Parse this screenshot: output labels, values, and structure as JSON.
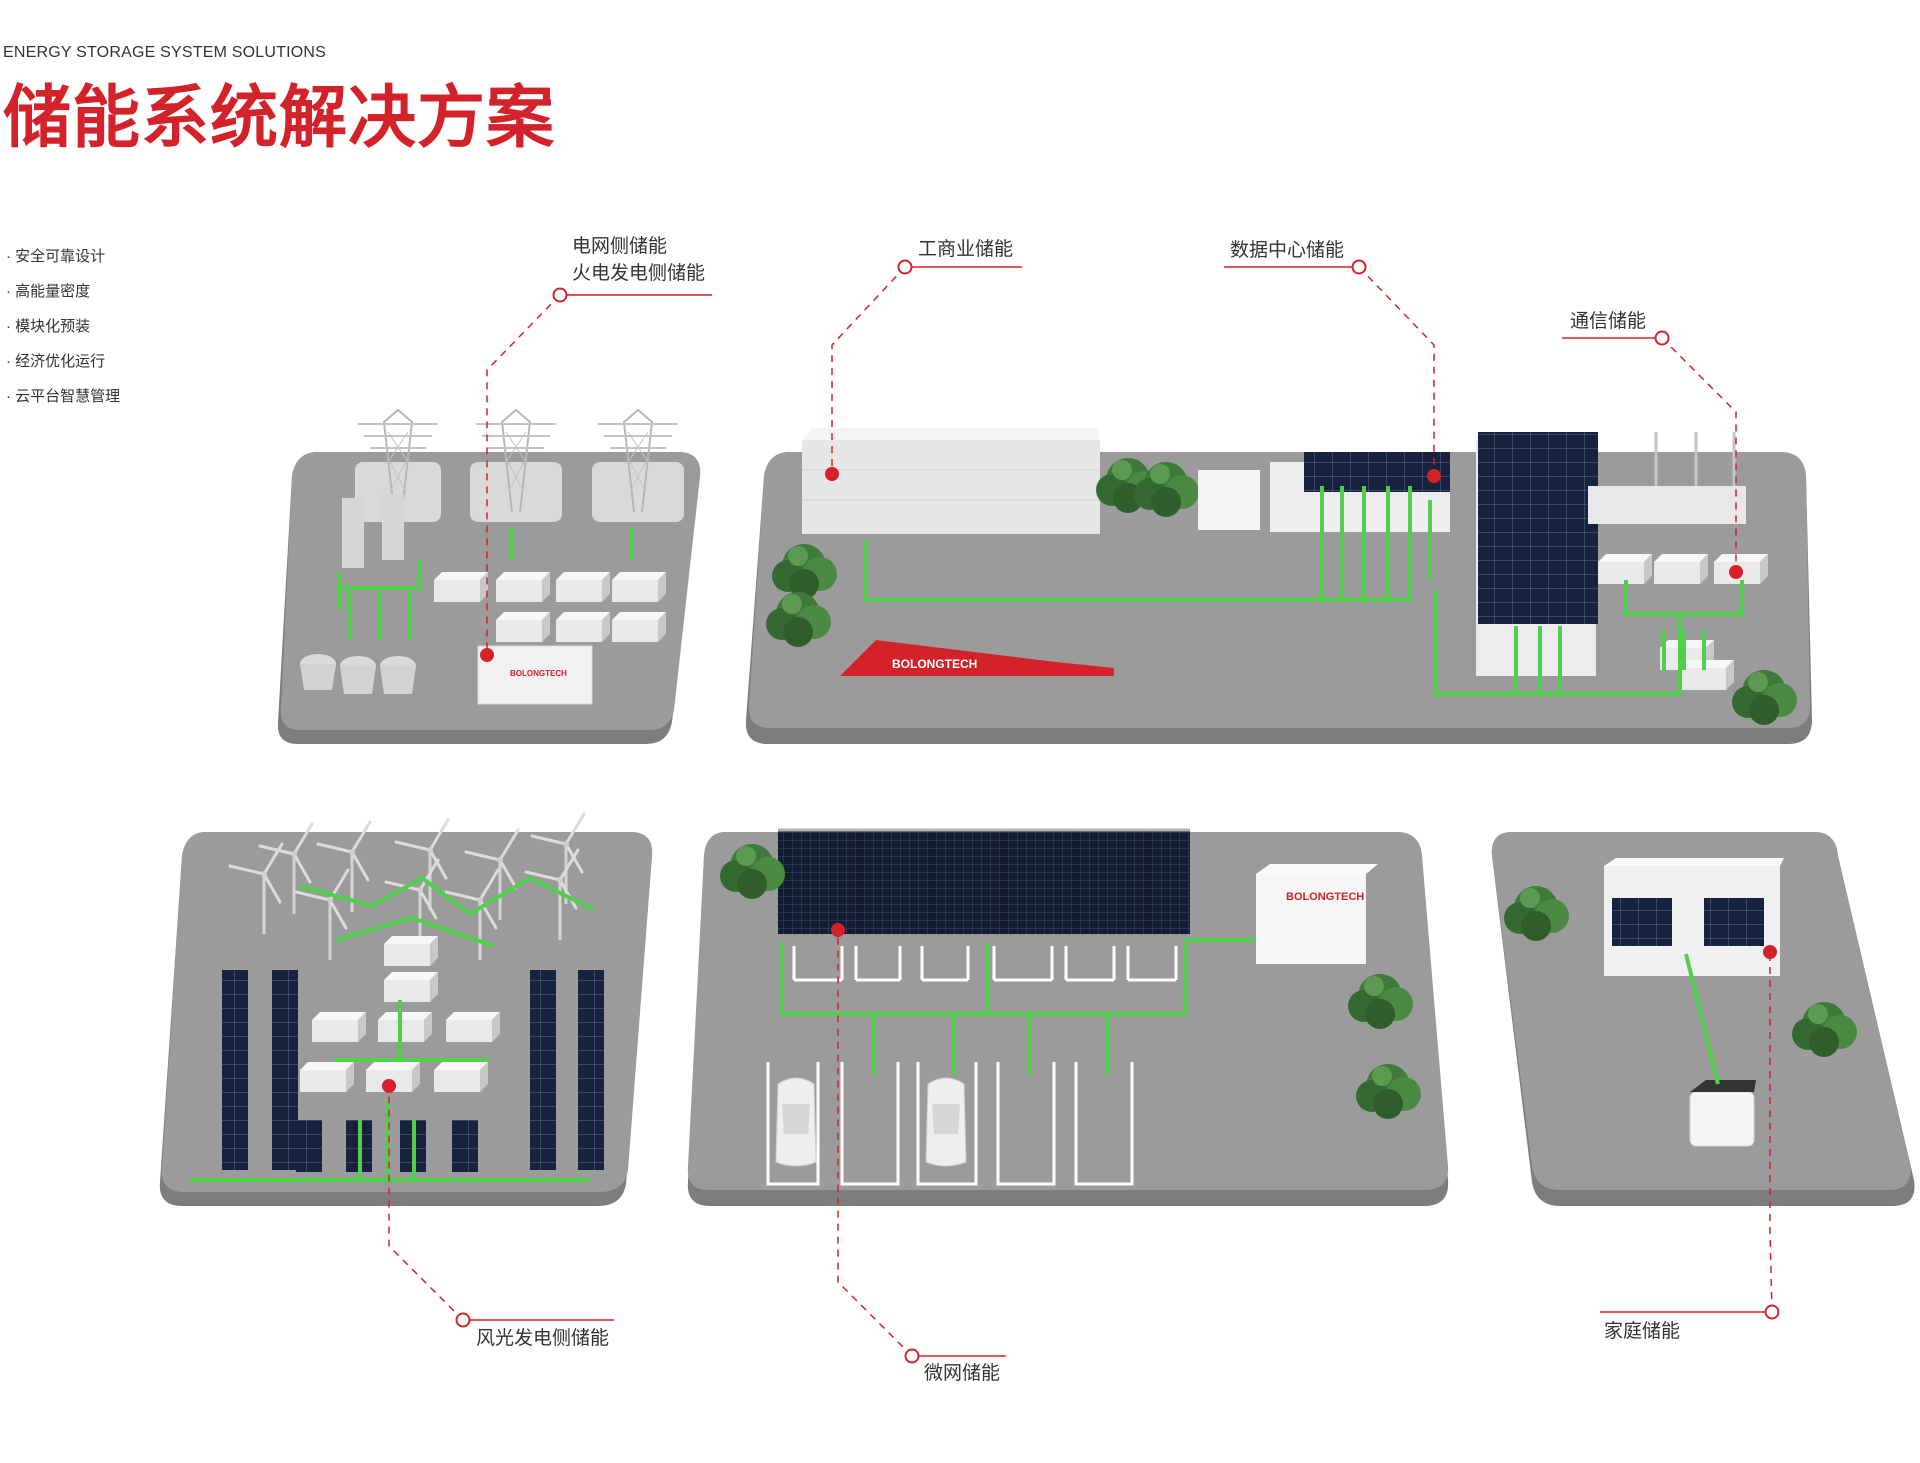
{
  "header": {
    "subtitle": "ENERGY STORAGE SYSTEM SOLUTIONS",
    "title": "储能系统解决方案"
  },
  "features": [
    "安全可靠设计",
    "高能量密度",
    "模块化预装",
    "经济优化运行",
    "云平台智慧管理"
  ],
  "callouts": {
    "grid": {
      "line1": "电网侧储能",
      "line2": "火电发电侧储能"
    },
    "commercial": "工商业储能",
    "datacenter": "数据中心储能",
    "telecom": "通信储能",
    "renewable": "风光发电侧储能",
    "microgrid": "微网储能",
    "home": "家庭储能"
  },
  "brand": {
    "name": "BOLONGTECH"
  },
  "colors": {
    "accent": "#d3222a",
    "platform": "#9b9b9b",
    "platform_edge": "#7d7d7d",
    "cable": "#4fd04a",
    "solar": "#17233e",
    "tree": "#3f7a3a"
  }
}
